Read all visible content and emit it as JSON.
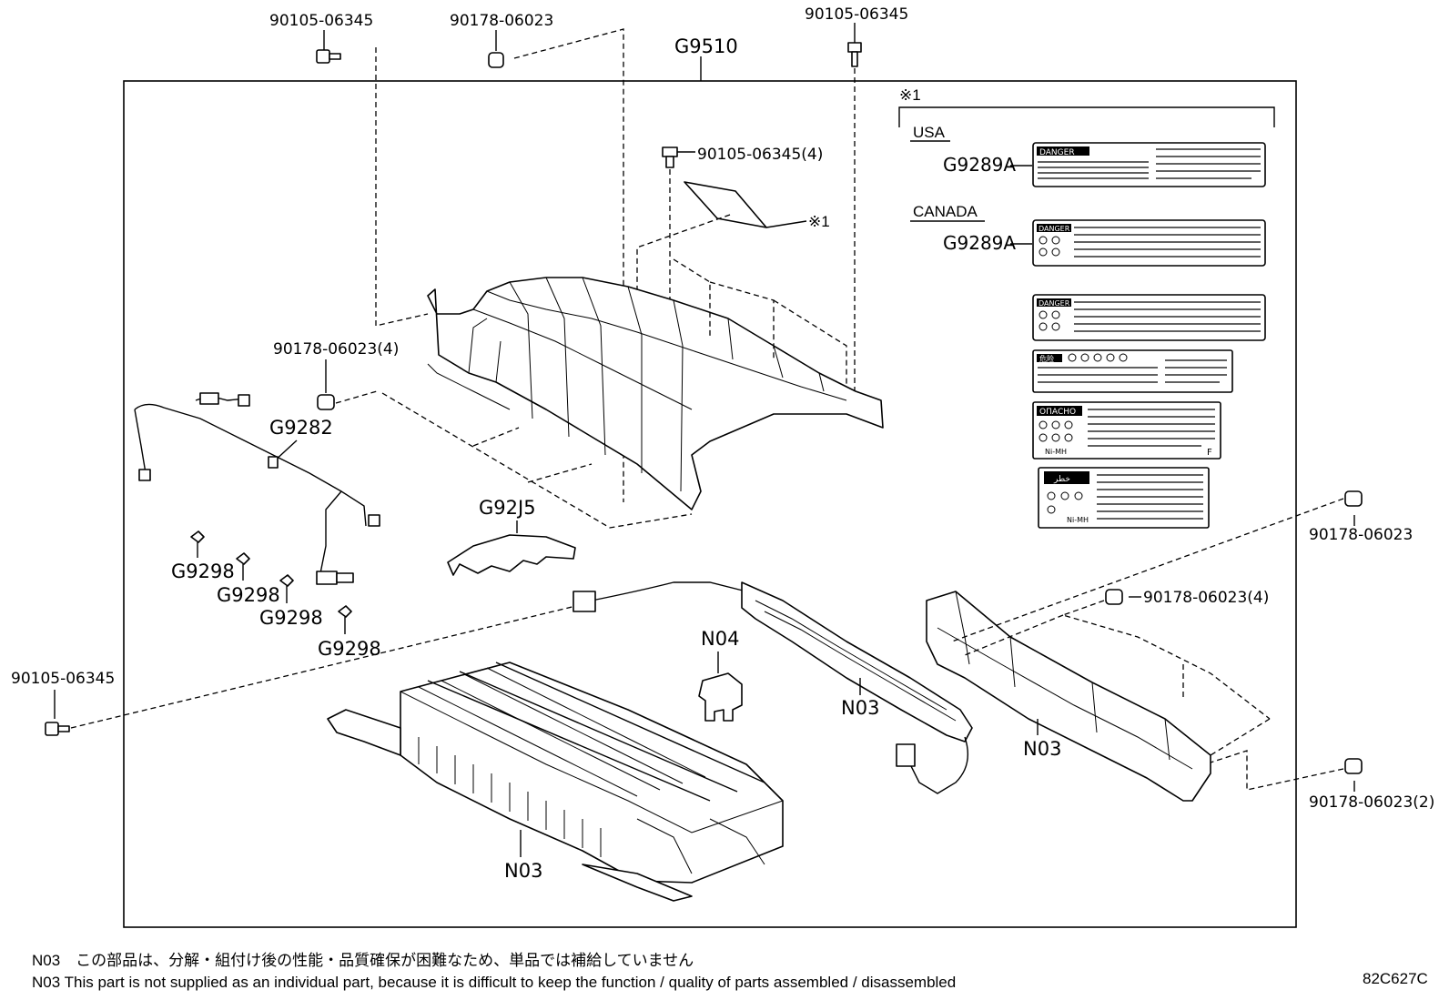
{
  "callouts": {
    "top_bolt_left": "90105-06345",
    "top_nut": "90178-06023",
    "top_bolt_right": "90105-06345",
    "main_assembly": "G9510",
    "cover_bolt": "90105-06345(4)",
    "label_ref_mark": "※1",
    "nut_left_4": "90178-06023(4)",
    "wire_harness": "G9282",
    "bracket": "G92J5",
    "clamp_1": "G9298",
    "clamp_2": "G9298",
    "clamp_3": "G9298",
    "clamp_4": "G9298",
    "bolt_lower_left": "90105-06345",
    "nut_right_top": "90178-06023",
    "nut_right_4": "90178-06023(4)",
    "nut_right_2": "90178-06023(2)",
    "connector": "N04",
    "battery_stack": "N03",
    "junction_block": "N03",
    "frame": "N03"
  },
  "labels_panel": {
    "ref_mark": "※1",
    "usa_country": "USA",
    "usa_code": "G9289A",
    "canada_country": "CANADA",
    "canada_code": "G9289A",
    "label_headers": [
      "DANGER",
      "DANGER",
      "DANGER",
      "危险",
      "ОПАСНО",
      "خطر"
    ],
    "ni_mh": "Ni-MH",
    "letter_f": "F"
  },
  "footer": {
    "note_jp": "N03　この部品は、分解・組付け後の性能・品質確保が困難なため、単品では補給していません",
    "note_en": "N03  This part is not supplied as an individual part, because it is difficult to keep the function / quality of parts  assembled / disassembled",
    "figure_ref": "82C627C"
  }
}
